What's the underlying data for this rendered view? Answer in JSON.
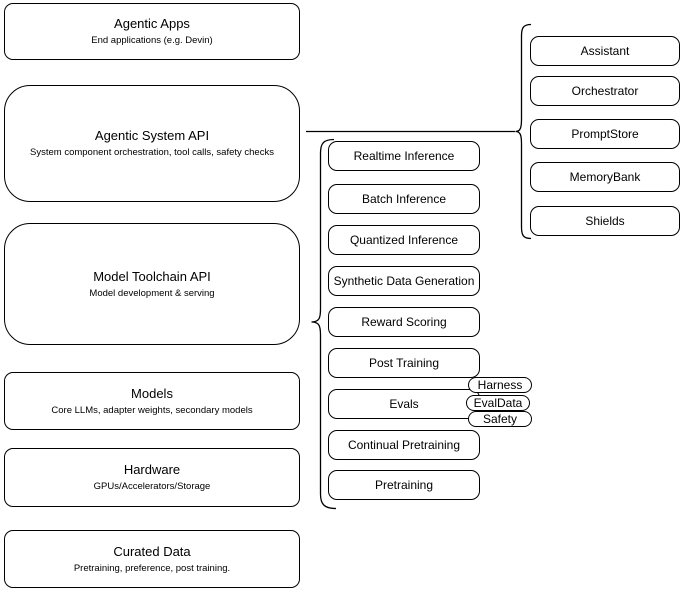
{
  "left_stack": {
    "boxes": [
      {
        "title": "Agentic Apps",
        "subtitle": "End applications (e.g. Devin)"
      },
      {
        "title": "Agentic System API",
        "subtitle": "System component orchestration, tool calls, safety checks"
      },
      {
        "title": "Model Toolchain API",
        "subtitle": "Model development & serving"
      },
      {
        "title": "Models",
        "subtitle": "Core LLMs, adapter weights, secondary models"
      },
      {
        "title": "Hardware",
        "subtitle": "GPUs/Accelerators/Storage"
      },
      {
        "title": "Curated Data",
        "subtitle": "Pretraining, preference, post training."
      }
    ]
  },
  "toolchain_stack": {
    "items": [
      "Realtime Inference",
      "Batch Inference",
      "Quantized Inference",
      "Synthetic Data Generation",
      "Reward Scoring",
      "Post Training",
      "Evals",
      "Continual Pretraining",
      "Pretraining"
    ]
  },
  "evals_tags": [
    "Harness",
    "EvalData",
    "Safety"
  ],
  "system_components": [
    "Assistant",
    "Orchestrator",
    "PromptStore",
    "MemoryBank",
    "Shields"
  ],
  "colors": {
    "stroke": "#000000",
    "box_fill": "#ffffff",
    "text": "#000000",
    "background": "#ffffff"
  }
}
